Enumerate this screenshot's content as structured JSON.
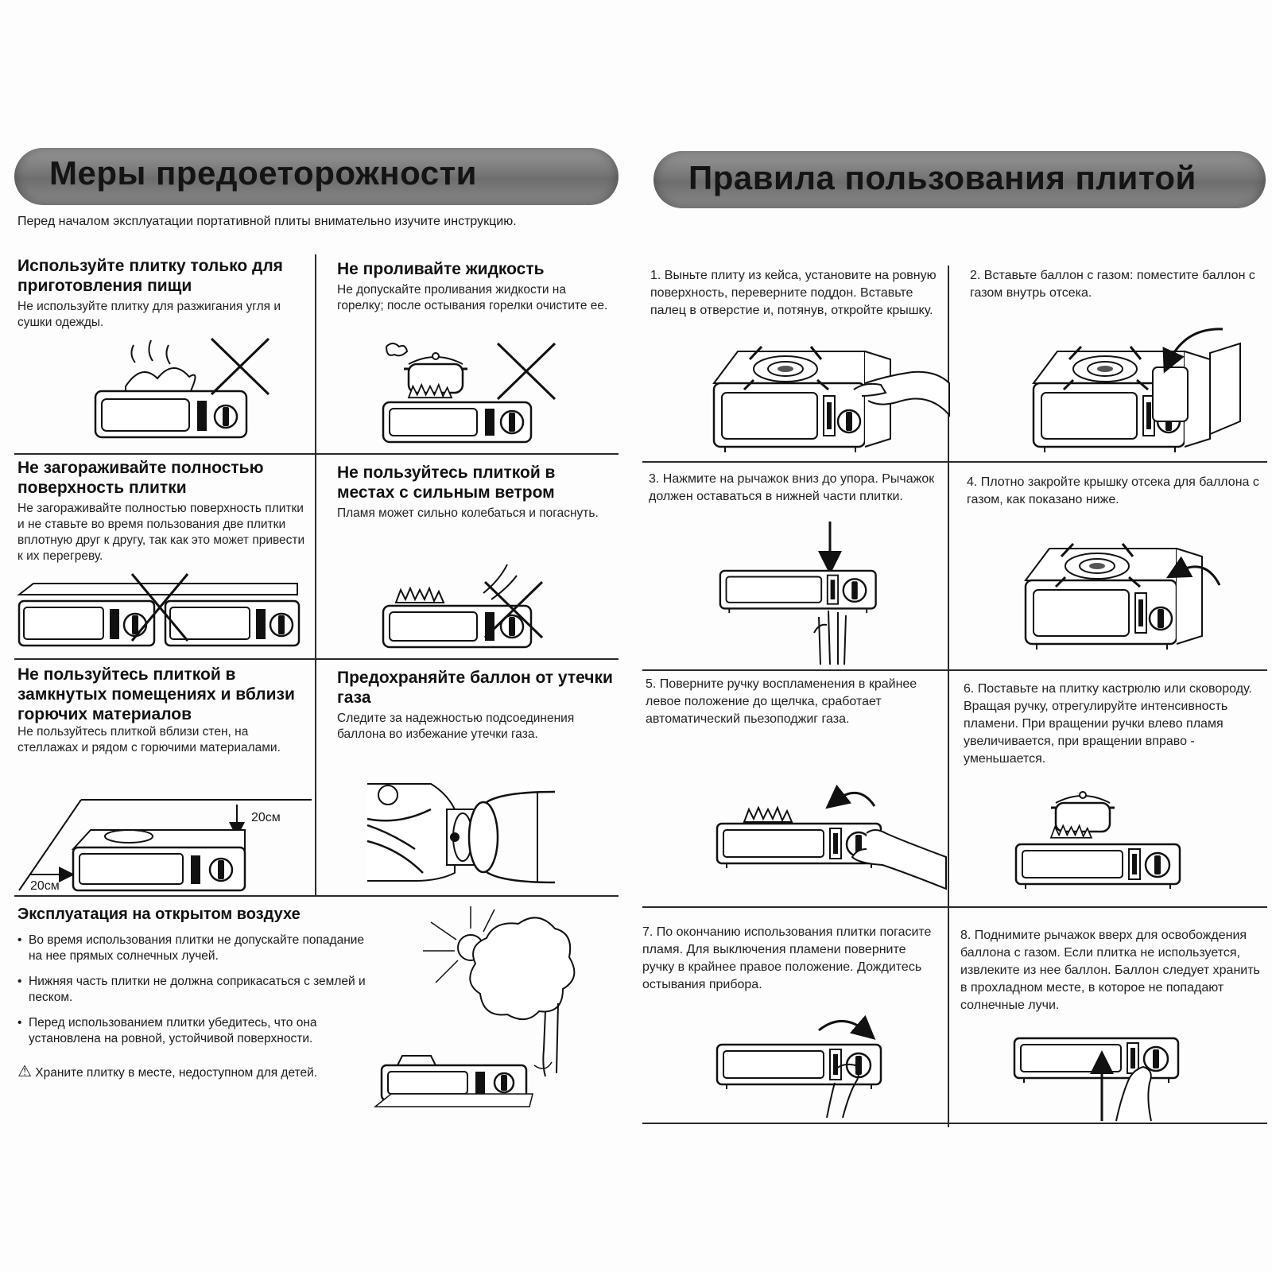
{
  "precautions": {
    "title": "Меры предоеторожности",
    "intro": "Перед началом эксплуатации портативной плиты внимательно изучите инструкцию.",
    "items": [
      {
        "title": "Используйте плитку только для приготовления пищи",
        "text": "Не используйте плитку для разжигания угля и сушки одежды."
      },
      {
        "title": "Не проливайте жидкость",
        "text": "Не допускайте проливания жидкости на горелку; после остывания горелки очистите ее."
      },
      {
        "title": "Не загораживайте полностью поверхность плитки",
        "text": "Не загораживайте полностью поверхность плитки и не ставьте во время пользования две плитки вплотную друг к другу, так как это может привести к их перегреву."
      },
      {
        "title": "Не пользуйтесь плиткой в местах с сильным ветром",
        "text": "Пламя может сильно колебаться и погаснуть."
      },
      {
        "title": "Не пользуйтесь плиткой в замкнутых помещениях и вблизи горючих материалов",
        "text": "Не пользуйтесь плиткой вблизи стен, на стеллажах и рядом с горючими материалами."
      },
      {
        "title": "Предохраняйте баллон от утечки газа",
        "text": "Следите за надежностью подсоединения баллона во избежание утечки газа."
      }
    ],
    "distance_label": "20см",
    "distance_label_2": "20см",
    "outdoor": {
      "title": "Эксплуатация на открытом воздухе",
      "bullets": [
        "Во время использования плитки не допускайте попадание на нее прямых солнечных лучей.",
        "Нижняя часть плитки не должна соприкасаться с землей и песком.",
        "Перед использованием плитки убедитесь, что она установлена на ровной, устойчивой поверхности."
      ],
      "warning_icon": "⚠",
      "warning": "Храните плитку в месте, недоступном для детей."
    }
  },
  "rules": {
    "title": "Правила пользования плитой",
    "steps": [
      "1. Выньте плиту из кейса, установите на ровную поверхность, переверните поддон. Вставьте палец в отверстие и, потянув, откройте крышку.",
      "2. Вставьте баллон с газом: поместите баллон с газом внутрь отсека.",
      "3. Нажмите на рычажок вниз до упора. Рычажок должен оставаться в нижней части плитки.",
      "4. Плотно закройте крышку отсека для баллона с газом, как показано ниже.",
      "5. Поверните ручку воспламенения в крайнее левое положение до щелчка, сработает автоматический пьезоподжиг газа.",
      "6. Поставьте на плитку кастрюлю или сковороду. Вращая ручку, отрегулируйте интенсивность пламени. При вращении ручки влево пламя увеличивается, при вращении вправо - уменьшается.",
      "7. По окончанию использования плитки погасите пламя. Для выключения пламени поверните ручку в крайнее правое положение. Дождитесь остывания прибора.",
      "8. Поднимите рычажок вверх для освобождения баллона с газом. Если плитка не используется, извлеките из нее баллон. Баллон следует хранить в прохладном месте, в которое не попадают солнечные лучи."
    ]
  }
}
